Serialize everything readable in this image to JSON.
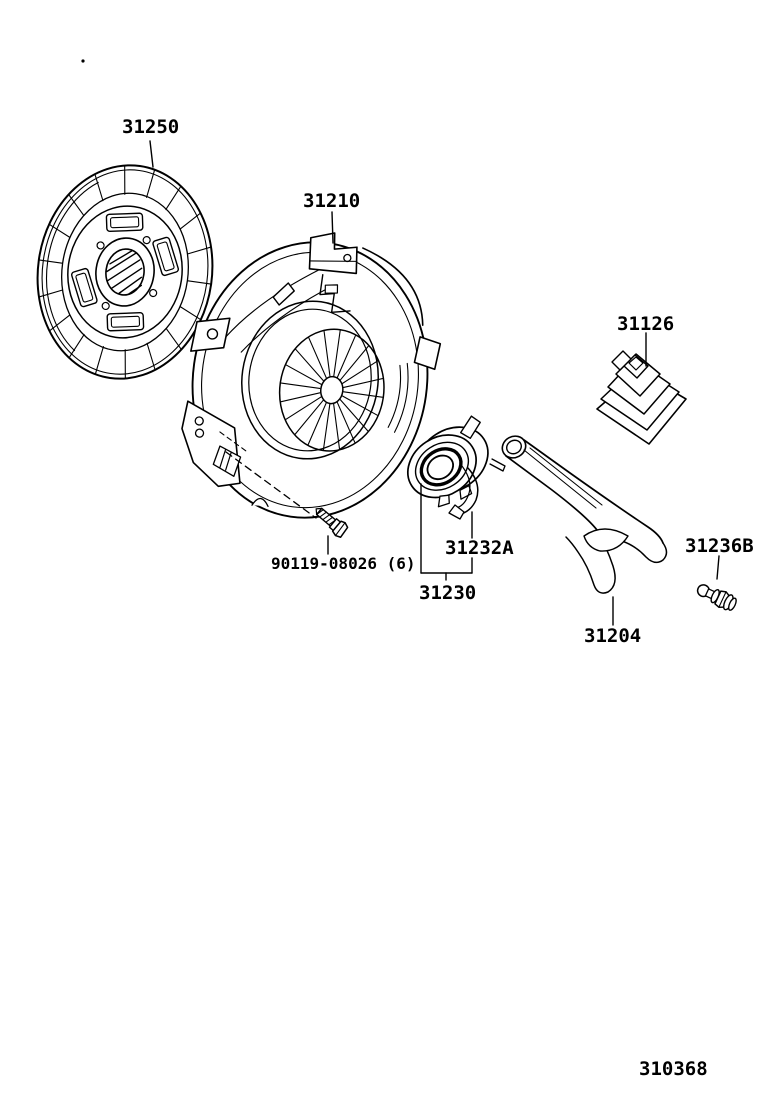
{
  "page": {
    "background_color": "#ffffff",
    "line_color": "#000000"
  },
  "diagram": {
    "figure_number": "310368",
    "part_labels": {
      "clutch_disc": "31250",
      "clutch_cover": "31210",
      "boot": "31126",
      "bearing_clip": "31232A",
      "release_bearing": "31230",
      "cover_bolt": "90119-08026 (6)",
      "release_fork": "31204",
      "pivot_bolt": "31236B"
    }
  }
}
